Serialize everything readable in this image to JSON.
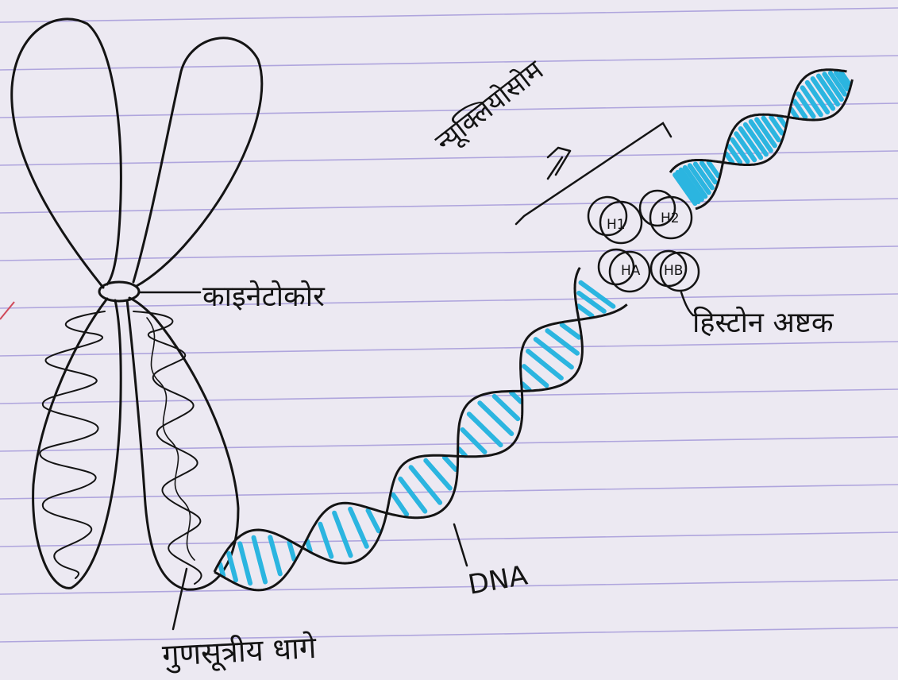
{
  "diagram": {
    "labels": {
      "kinetochore": "काइनेटोकोर",
      "nucleosome": "न्यूक्लियोसोम",
      "histone_octamer": "हिस्टोन अष्टक",
      "dna": "DNA",
      "chromatin_thread": "गुणसूत्रीय धागे"
    },
    "histones": [
      "H1",
      "H2",
      "HA",
      "HB"
    ]
  },
  "colors": {
    "paper": "#ece9f2",
    "ruled_line": "#9b8fd6",
    "ink": "#141414",
    "base_pair": "#2bb5e0"
  }
}
